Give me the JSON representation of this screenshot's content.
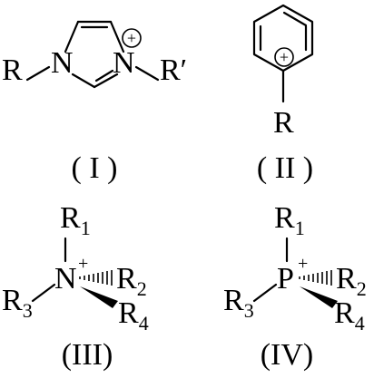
{
  "structures": {
    "imidazolium": {
      "label": "( I )",
      "substituent_left": "R",
      "substituent_right": "R′",
      "n_left": "N",
      "n_right": "N",
      "charge": "+"
    },
    "pyridinium": {
      "label": "( II )",
      "substituent": "R",
      "charge": "+"
    },
    "ammonium": {
      "label": "(III)",
      "center": "N",
      "charge": "+",
      "r1": "R",
      "r1_sub": "1",
      "r2": "R",
      "r2_sub": "2",
      "r3": "R",
      "r3_sub": "3",
      "r4": "R",
      "r4_sub": "4"
    },
    "phosphonium": {
      "label": "(IV)",
      "center": "P",
      "charge": "+",
      "r1": "R",
      "r1_sub": "1",
      "r2": "R",
      "r2_sub": "2",
      "r3": "R",
      "r3_sub": "3",
      "r4": "R",
      "r4_sub": "4"
    }
  }
}
